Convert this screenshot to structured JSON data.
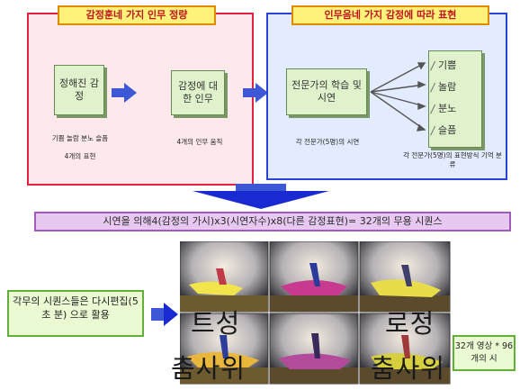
{
  "left_panel": {
    "title": "감정훈네 가지 인무 정량",
    "card1": "정해진 감정",
    "card1_caption": "기쁨 놀람 분노 슬픔",
    "card1_caption2": "4개의 표현",
    "card2": "감정에 대한 인무",
    "card2_caption": "4개의 인무 움직"
  },
  "right_panel": {
    "title": "인무음네 가지 감정에 따라 표현",
    "card": "전문가의 학습 및 시연",
    "card_caption": "각 전문가(5명)의 시연",
    "emotions": [
      "기쁨",
      "놀람",
      "분노",
      "슬픔"
    ],
    "side_caption": "각 전문가(5명)의 표현방식 기억 분류"
  },
  "bar_text": "시연을 의해4(감정의 가시)x3(시연자수)x8(다른 감정표현)= 32개의 무용 시퀀스",
  "left_note": "각무의 시퀀스들은 다시편집(5초 분) 으로 활용",
  "right_note": "32개 영상 * 96개의 시",
  "overlays": {
    "row1_left": "트성",
    "row1_right": "로정",
    "row2_left": "춤사위",
    "row2_right": "춤사위"
  },
  "colors": {
    "left_border": "#e3233f",
    "right_border": "#2942d8",
    "arrow": "#3c58d6",
    "card_fill": "#dff2cc",
    "bar_fill": "#e7c8f1",
    "note_border": "#62b038"
  }
}
